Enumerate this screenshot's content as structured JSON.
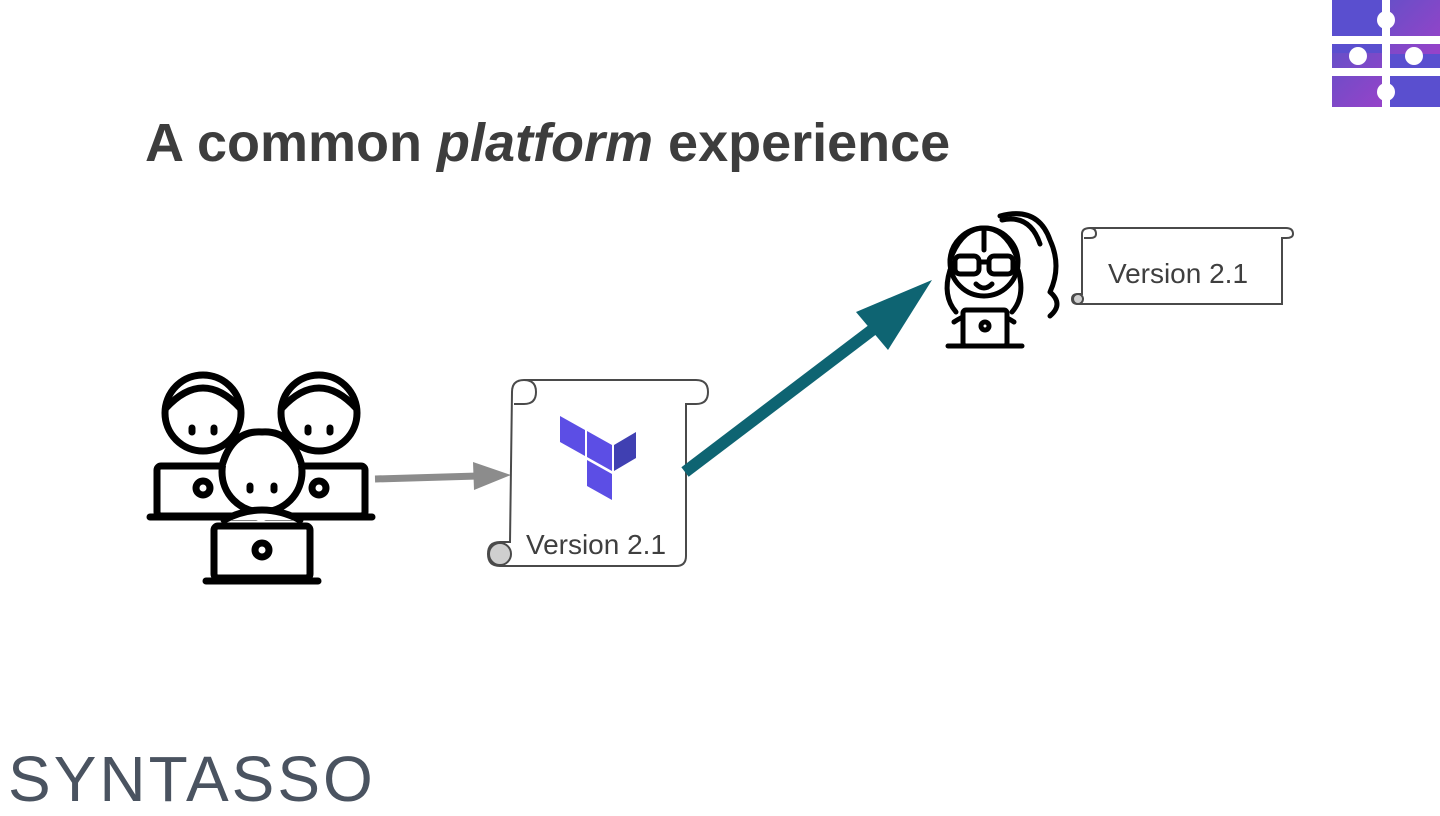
{
  "title": {
    "prefix": "A common ",
    "emphasis": "platform",
    "suffix": " experience"
  },
  "scrolls": {
    "main": {
      "label": "Version 2.1",
      "icon": "terraform-logo-icon"
    },
    "small": {
      "label": "Version 2.1"
    }
  },
  "brand": {
    "wordmark": "SYNTASSO"
  },
  "colors": {
    "title": "#3d3d3d",
    "arrow_gray": "#8c8c8c",
    "arrow_teal": "#0e6472",
    "terraform_purple": "#5c4ee5",
    "brand": "#4a5360",
    "puzzle_left": "#5a4fcf",
    "puzzle_right": "#a63bc9"
  }
}
